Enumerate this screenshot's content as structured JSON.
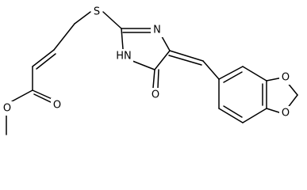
{
  "molecule": {
    "atoms": {
      "sulfur": "S",
      "imine_nitrogen": "N",
      "amine": "HN",
      "carbonyl_oxygen": "O",
      "ester_carbonyl_oxygen": "O",
      "ester_ether_oxygen": "O",
      "dioxole_oxygen_upper": "O",
      "dioxole_oxygen_lower": "O"
    }
  }
}
